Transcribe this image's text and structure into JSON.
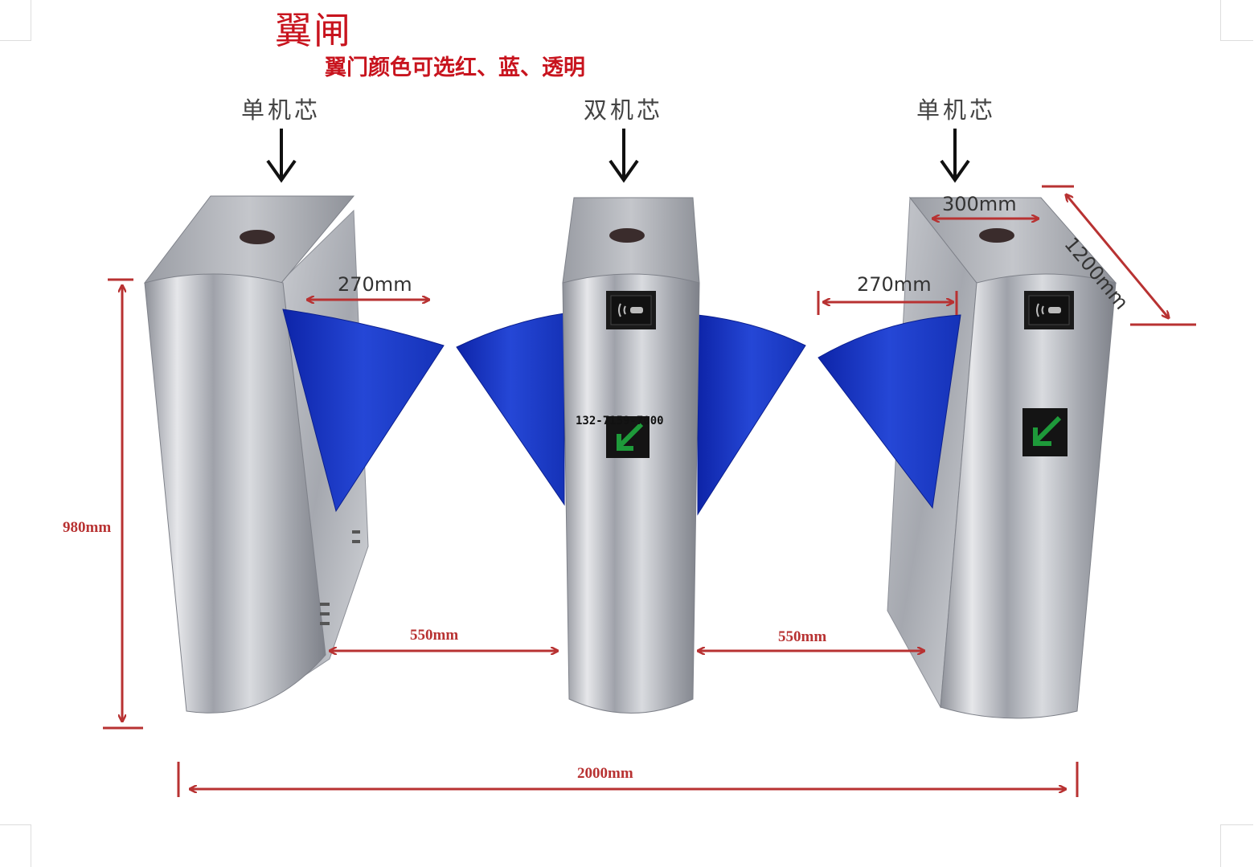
{
  "title": "翼闸",
  "subtitle": "翼门颜色可选红、蓝、透明",
  "labels": {
    "left_core": "单机芯",
    "middle_core": "双机芯",
    "right_core": "单机芯"
  },
  "dimensions": {
    "height": "980mm",
    "flap_left": "270mm",
    "flap_right": "270mm",
    "top_width": "300mm",
    "length": "1200mm",
    "gap_left": "550mm",
    "gap_right": "550mm",
    "total_width": "2000mm"
  },
  "phone": "132-7159-7000",
  "colors": {
    "title": "#c8141e",
    "dimension_arrow": "#b83232",
    "flap_blue": "#1f3fc4",
    "steel": "#b9bcc3"
  },
  "icons": [
    "down-arrow-icon",
    "rfid-reader-icon",
    "green-direction-arrow-icon"
  ]
}
